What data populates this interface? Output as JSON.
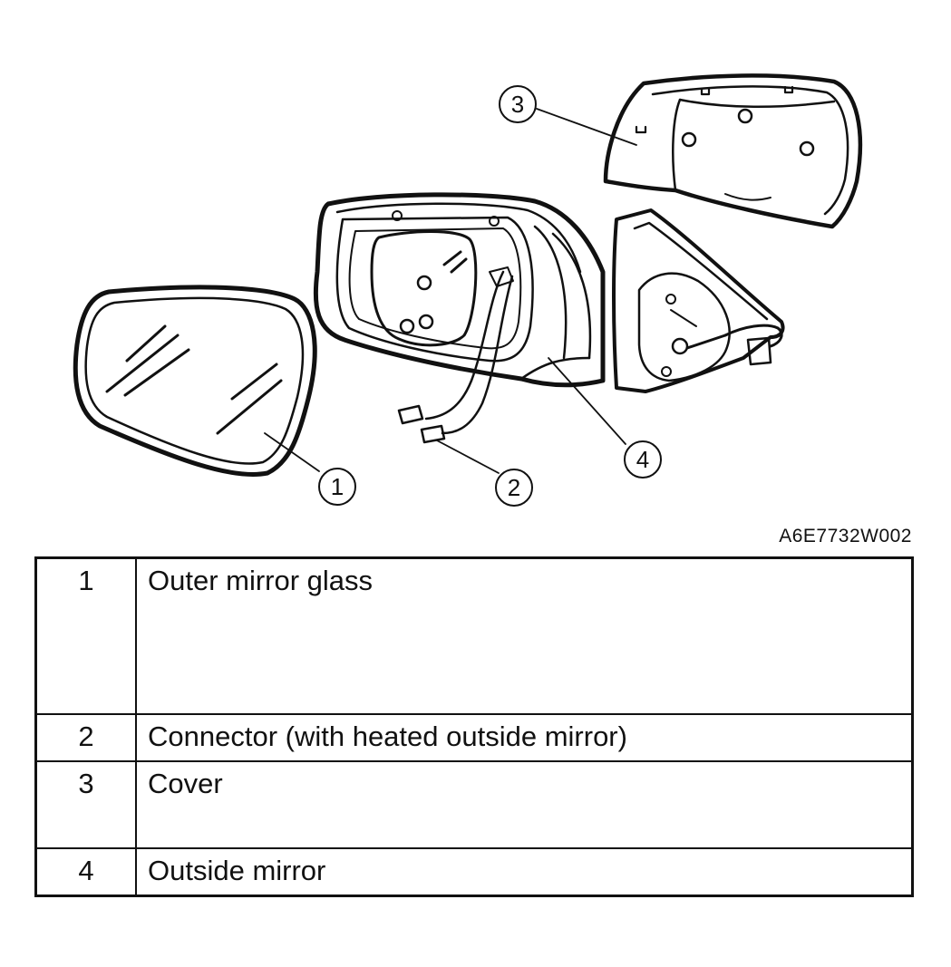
{
  "figure_code": "A6E7732W002",
  "callouts": [
    "1",
    "2",
    "3",
    "4"
  ],
  "legend": {
    "rows": [
      {
        "num": "1",
        "desc": "Outer mirror glass"
      },
      {
        "num": "2",
        "desc": "Connector (with heated outside mirror)"
      },
      {
        "num": "3",
        "desc": "Cover"
      },
      {
        "num": "4",
        "desc": "Outside mirror"
      }
    ]
  },
  "colors": {
    "ink": "#111111",
    "background": "#ffffff"
  }
}
